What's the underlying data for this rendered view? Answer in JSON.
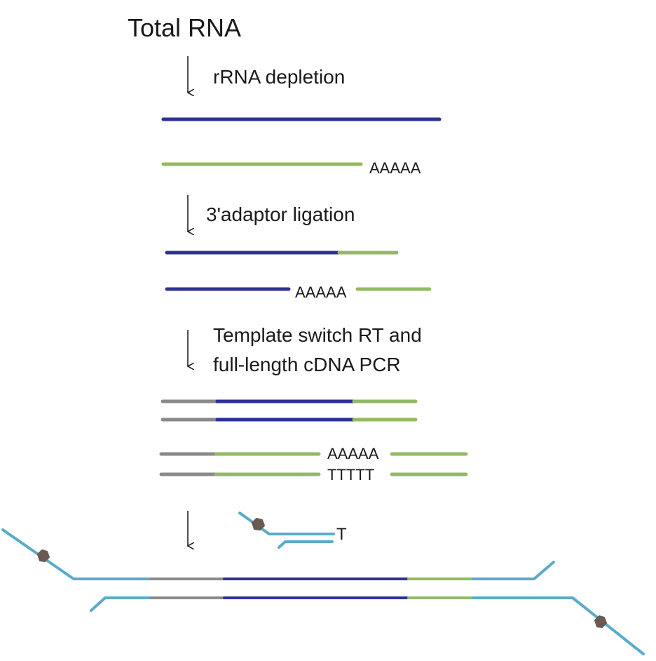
{
  "diagram": {
    "title": "Total RNA",
    "steps": {
      "step1": "rRNA depletion",
      "step2": "3'adaptor ligation",
      "step3_line1": "Template switch RT and",
      "step3_line2": "full-length cDNA PCR"
    },
    "sequence_labels": {
      "polyA_1": "AAAAA",
      "polyA_2": "AAAAA",
      "polyA_3": "AAAAA",
      "polyT": "TTTTT",
      "tn5_insert": "T"
    },
    "colors": {
      "rna_navy": "#2e3192",
      "rna_green": "#94b963",
      "adaptor_gray": "#8a8a8a",
      "tn5_blue": "#5aabca",
      "bead_brown": "#6a5a52",
      "arrow": "#222222"
    }
  }
}
